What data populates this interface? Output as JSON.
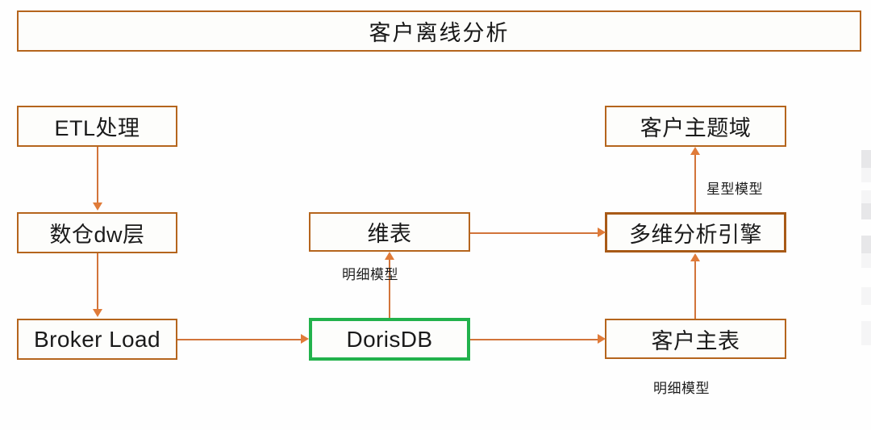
{
  "diagram": {
    "title": "客户离线分析",
    "nodes": [
      {
        "id": "etl",
        "label": "ETL处理",
        "style": "plain",
        "script": "cjk"
      },
      {
        "id": "dw",
        "label": "数仓dw层",
        "style": "plain",
        "script": "mixed"
      },
      {
        "id": "broker",
        "label": "Broker Load",
        "style": "plain",
        "script": "latin"
      },
      {
        "id": "dim",
        "label": "维表",
        "style": "plain",
        "script": "cjk"
      },
      {
        "id": "dorisdb",
        "label": "DorisDB",
        "style": "green",
        "script": "latin"
      },
      {
        "id": "subject",
        "label": "客户主题域",
        "style": "plain",
        "script": "cjk"
      },
      {
        "id": "olap",
        "label": "多维分析引擎",
        "style": "thick",
        "script": "cjk"
      },
      {
        "id": "maintable",
        "label": "客户主表",
        "style": "plain",
        "script": "cjk"
      }
    ],
    "edge_labels": {
      "dorisdb_to_dim": "明细模型",
      "olap_to_subject": "星型模型",
      "dorisdb_to_maintable": "明细模型"
    },
    "edges": [
      {
        "from": "etl",
        "to": "dw",
        "label": ""
      },
      {
        "from": "dw",
        "to": "broker",
        "label": ""
      },
      {
        "from": "broker",
        "to": "dorisdb",
        "label": ""
      },
      {
        "from": "dorisdb",
        "to": "dim",
        "label": "明细模型"
      },
      {
        "from": "dim",
        "to": "olap",
        "label": ""
      },
      {
        "from": "dorisdb",
        "to": "maintable",
        "label": "明细模型"
      },
      {
        "from": "maintable",
        "to": "olap",
        "label": ""
      },
      {
        "from": "olap",
        "to": "subject",
        "label": "星型模型"
      }
    ],
    "colors": {
      "border_brown": "#b5651d",
      "border_brown_dark": "#a85a17",
      "accent_green": "#22b24c",
      "arrow_orange": "#e07b39",
      "line_orange": "#d2743a",
      "text": "#1a1a1a",
      "background": "#fefefe"
    }
  }
}
